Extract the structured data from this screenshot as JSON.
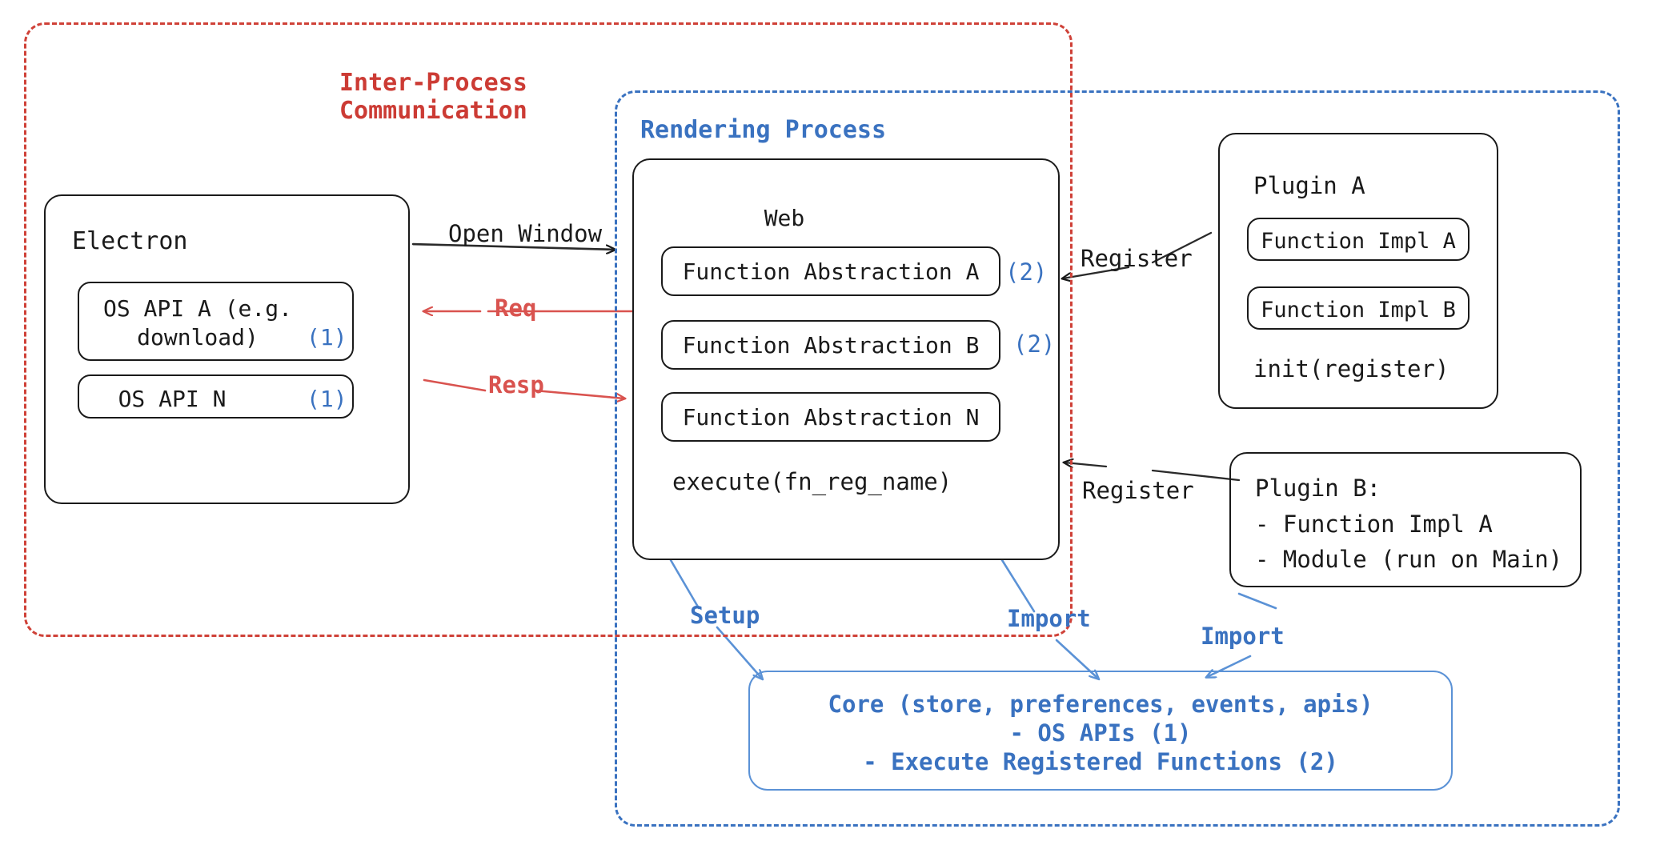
{
  "diagram": {
    "title": "Electron plugin architecture",
    "colors": {
      "red": "#cc3b34",
      "blue": "#3a72c0",
      "core_blue": "#5b92d6",
      "ink": "#1a1a1a"
    },
    "boundaries": [
      {
        "id": "ipc",
        "label": "Inter-Process\nCommunication",
        "color": "#cc3b34",
        "style": "dashed"
      },
      {
        "id": "rendering",
        "label": "Rendering Process",
        "color": "#3a72c0",
        "style": "dashed"
      }
    ],
    "ipc_label_line1": "Inter-Process",
    "ipc_label_line2": "Communication",
    "rendering_label": "Rendering Process",
    "electron": {
      "title": "Electron",
      "items": [
        {
          "text": "OS API A (e.g.\ndownload)",
          "marker": "(1)"
        },
        {
          "text": "OS API N",
          "marker": "(1)"
        }
      ]
    },
    "web": {
      "title": "Web",
      "items": [
        {
          "text": "Function Abstraction A",
          "marker": "(2)"
        },
        {
          "text": "Function Abstraction B",
          "marker": "(2)"
        },
        {
          "text": "Function Abstraction N",
          "marker": ""
        }
      ],
      "footer": "execute(fn_reg_name)"
    },
    "plugin_a": {
      "title": "Plugin A",
      "items": [
        {
          "text": "Function Impl A"
        },
        {
          "text": "Function Impl B"
        }
      ],
      "footer": "init(register)"
    },
    "plugin_b": {
      "line1": "Plugin B:",
      "line2": "- Function Impl A",
      "line3": "- Module (run on Main)"
    },
    "core": {
      "line1": "Core (store, preferences, events, apis)",
      "line2": "- OS APIs (1)",
      "line3": "- Execute Registered Functions (2)"
    },
    "edges": [
      {
        "id": "open-window",
        "label": "Open Window",
        "color": "#1a1a1a"
      },
      {
        "id": "req",
        "label": "Req",
        "color": "#cc3b34"
      },
      {
        "id": "resp",
        "label": "Resp",
        "color": "#cc3b34"
      },
      {
        "id": "register-a",
        "label": "Register",
        "color": "#1a1a1a"
      },
      {
        "id": "register-b",
        "label": "Register",
        "color": "#1a1a1a"
      },
      {
        "id": "setup",
        "label": "Setup",
        "color": "#3a72c0"
      },
      {
        "id": "import-web",
        "label": "Import",
        "color": "#3a72c0"
      },
      {
        "id": "import-plugin-b",
        "label": "Import",
        "color": "#3a72c0"
      }
    ]
  }
}
